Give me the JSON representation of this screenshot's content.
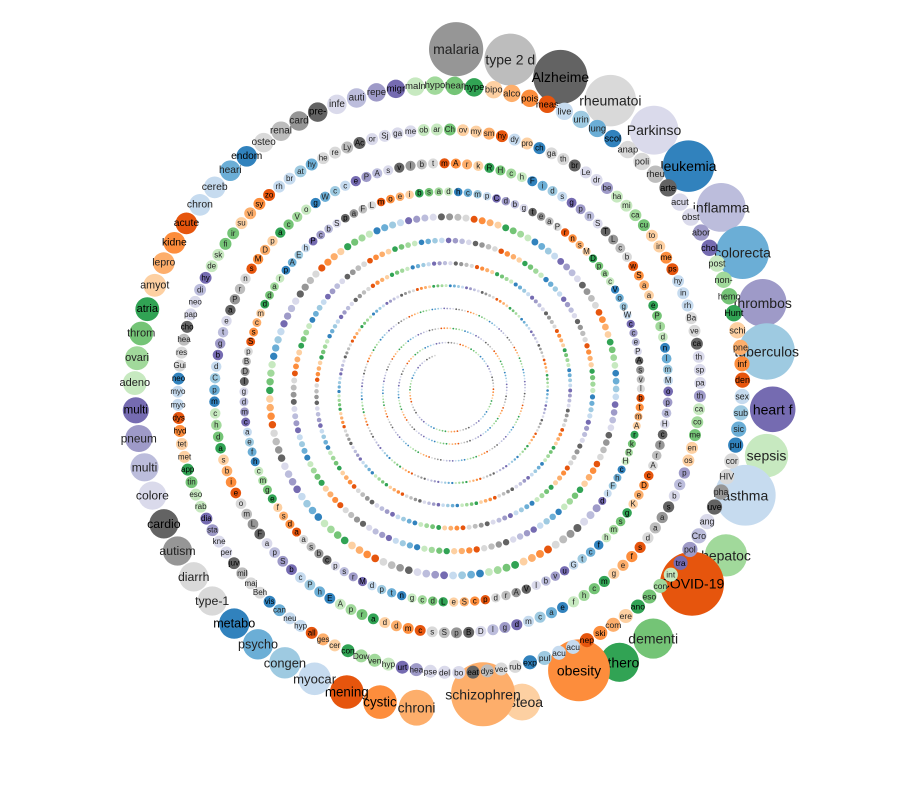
{
  "chart_data": {
    "type": "bubble-spiral",
    "palette": [
      "#e6550d",
      "#fd8d3c",
      "#fdae6b",
      "#fdd0a2",
      "#31a354",
      "#74c476",
      "#a1d99b",
      "#c7e9c0",
      "#3182bd",
      "#6baed6",
      "#9ecae1",
      "#c6dbef",
      "#756bb1",
      "#9e9ac8",
      "#bcbddc",
      "#dadaeb",
      "#636363",
      "#969696",
      "#bdbdbd",
      "#d9d9d9"
    ],
    "labeled_items": [
      {
        "label": "malaria",
        "value": 100,
        "color": "#969696"
      },
      {
        "label": "type 2 d",
        "value": 96,
        "color": "#bdbdbd"
      },
      {
        "label": "Alzheime",
        "value": 100,
        "color": "#636363"
      },
      {
        "label": "rheumatoi",
        "value": 95,
        "color": "#d9d9d9"
      },
      {
        "label": "Parkinso",
        "value": 90,
        "color": "#dadaeb"
      },
      {
        "label": "leukemia",
        "value": 95,
        "color": "#3182bd"
      },
      {
        "label": "inflamma",
        "value": 90,
        "color": "#bcbddc"
      },
      {
        "label": "colorecta",
        "value": 98,
        "color": "#6baed6"
      },
      {
        "label": "thrombos",
        "value": 88,
        "color": "#9e9ac8"
      },
      {
        "label": "tuberculos",
        "value": 104,
        "color": "#9ecae1"
      },
      {
        "label": "heart f",
        "value": 84,
        "color": "#756bb1"
      },
      {
        "label": "sepsis",
        "value": 80,
        "color": "#c7e9c0"
      },
      {
        "label": "asthma",
        "value": 112,
        "color": "#c6dbef"
      },
      {
        "label": "hepatoc",
        "value": 78,
        "color": "#a1d99b"
      },
      {
        "label": "COVID-19",
        "value": 118,
        "color": "#e6550d"
      },
      {
        "label": "dementi",
        "value": 74,
        "color": "#74c476"
      },
      {
        "label": "athero",
        "value": 72,
        "color": "#31a354"
      },
      {
        "label": "obesity",
        "value": 114,
        "color": "#fd8d3c"
      },
      {
        "label": "osteoa",
        "value": 68,
        "color": "#fdd0a2"
      },
      {
        "label": "schizophren",
        "value": 118,
        "color": "#fdae6b"
      },
      {
        "label": "chroni",
        "value": 66,
        "color": "#fdae6b"
      },
      {
        "label": "cystic",
        "value": 62,
        "color": "#fd8d3c"
      },
      {
        "label": "mening",
        "value": 62,
        "color": "#e6550d"
      },
      {
        "label": "myocar",
        "value": 60,
        "color": "#c6dbef"
      },
      {
        "label": "congen",
        "value": 58,
        "color": "#9ecae1"
      },
      {
        "label": "psycho",
        "value": 56,
        "color": "#6baed6"
      },
      {
        "label": "metabo",
        "value": 56,
        "color": "#3182bd"
      },
      {
        "label": "type-1",
        "value": 54,
        "color": "#d9d9d9"
      },
      {
        "label": "diarrh",
        "value": 54,
        "color": "#d9d9d9"
      },
      {
        "label": "autism",
        "value": 54,
        "color": "#969696"
      },
      {
        "label": "cardio",
        "value": 54,
        "color": "#636363"
      },
      {
        "label": "colore",
        "value": 52,
        "color": "#dadaeb"
      },
      {
        "label": "multi",
        "value": 52,
        "color": "#bcbddc"
      },
      {
        "label": "pneum",
        "value": 50,
        "color": "#9e9ac8"
      },
      {
        "label": "multi",
        "value": 48,
        "color": "#756bb1"
      },
      {
        "label": "adeno",
        "value": 44,
        "color": "#c7e9c0"
      },
      {
        "label": "ovari",
        "value": 44,
        "color": "#a1d99b"
      },
      {
        "label": "throm",
        "value": 44,
        "color": "#74c476"
      },
      {
        "label": "atria",
        "value": 44,
        "color": "#31a354"
      },
      {
        "label": "amyot",
        "value": 42,
        "color": "#fdd0a2"
      },
      {
        "label": "lepro",
        "value": 40,
        "color": "#fdae6b"
      },
      {
        "label": "kidne",
        "value": 40,
        "color": "#fd8d3c"
      },
      {
        "label": "acute",
        "value": 40,
        "color": "#e6550d"
      },
      {
        "label": "chron",
        "value": 40,
        "color": "#c6dbef"
      },
      {
        "label": "cereb",
        "value": 40,
        "color": "#c6dbef"
      },
      {
        "label": "heari",
        "value": 38,
        "color": "#6baed6"
      },
      {
        "label": "endom",
        "value": 38,
        "color": "#3182bd"
      },
      {
        "label": "osteo",
        "value": 36,
        "color": "#d9d9d9"
      },
      {
        "label": "renal",
        "value": 36,
        "color": "#bdbdbd"
      },
      {
        "label": "card",
        "value": 36,
        "color": "#969696"
      },
      {
        "label": "pre-",
        "value": 36,
        "color": "#636363"
      },
      {
        "label": "infe",
        "value": 36,
        "color": "#dadaeb"
      },
      {
        "label": "auti",
        "value": 36,
        "color": "#bcbddc"
      },
      {
        "label": "repe",
        "value": 34,
        "color": "#9e9ac8"
      },
      {
        "label": "migr",
        "value": 34,
        "color": "#756bb1"
      },
      {
        "label": "maln",
        "value": 34,
        "color": "#c7e9c0"
      },
      {
        "label": "hypo",
        "value": 34,
        "color": "#a1d99b"
      },
      {
        "label": "hear",
        "value": 34,
        "color": "#74c476"
      },
      {
        "label": "hype",
        "value": 34,
        "color": "#31a354"
      },
      {
        "label": "bipo",
        "value": 32,
        "color": "#fdd0a2"
      },
      {
        "label": "alco",
        "value": 32,
        "color": "#fdae6b"
      },
      {
        "label": "pois",
        "value": 32,
        "color": "#fd8d3c"
      },
      {
        "label": "meas",
        "value": 32,
        "color": "#e6550d"
      },
      {
        "label": "live",
        "value": 32,
        "color": "#c6dbef"
      },
      {
        "label": "urin",
        "value": 32,
        "color": "#9ecae1"
      },
      {
        "label": "lung",
        "value": 32,
        "color": "#6baed6"
      },
      {
        "label": "scol",
        "value": 32,
        "color": "#3182bd"
      },
      {
        "label": "anap",
        "value": 32,
        "color": "#d9d9d9"
      },
      {
        "label": "poli",
        "value": 32,
        "color": "#d9d9d9"
      },
      {
        "label": "rheu",
        "value": 32,
        "color": "#bdbdbd"
      },
      {
        "label": "arte",
        "value": 32,
        "color": "#636363"
      },
      {
        "label": "acut",
        "value": 32,
        "color": "#dadaeb"
      },
      {
        "label": "obst",
        "value": 32,
        "color": "#dadaeb"
      },
      {
        "label": "abor",
        "value": 30,
        "color": "#9e9ac8"
      },
      {
        "label": "chol",
        "value": 30,
        "color": "#756bb1"
      },
      {
        "label": "post",
        "value": 30,
        "color": "#c7e9c0"
      },
      {
        "label": "non-",
        "value": 30,
        "color": "#a1d99b"
      },
      {
        "label": "hemo",
        "value": 30,
        "color": "#74c476"
      },
      {
        "label": "Hunt",
        "value": 30,
        "color": "#31a354"
      },
      {
        "label": "schi",
        "value": 30,
        "color": "#fdd0a2"
      },
      {
        "label": "pne",
        "value": 28,
        "color": "#fdae6b"
      },
      {
        "label": "inf",
        "value": 28,
        "color": "#fd8d3c"
      },
      {
        "label": "den",
        "value": 28,
        "color": "#e6550d"
      },
      {
        "label": "sex",
        "value": 28,
        "color": "#c6dbef"
      },
      {
        "label": "sub",
        "value": 28,
        "color": "#9ecae1"
      },
      {
        "label": "sic",
        "value": 28,
        "color": "#6baed6"
      },
      {
        "label": "pul",
        "value": 28,
        "color": "#3182bd"
      },
      {
        "label": "cor",
        "value": 28,
        "color": "#d9d9d9"
      },
      {
        "label": "HIV",
        "value": 28,
        "color": "#d9d9d9"
      },
      {
        "label": "pha",
        "value": 28,
        "color": "#969696"
      },
      {
        "label": "uve",
        "value": 28,
        "color": "#636363"
      },
      {
        "label": "ang",
        "value": 28,
        "color": "#dadaeb"
      },
      {
        "label": "Cro",
        "value": 28,
        "color": "#bcbddc"
      },
      {
        "label": "pol",
        "value": 28,
        "color": "#9e9ac8"
      },
      {
        "label": "tra",
        "value": 26,
        "color": "#756bb1"
      },
      {
        "label": "int",
        "value": 26,
        "color": "#c7e9c0"
      },
      {
        "label": "con",
        "value": 26,
        "color": "#a1d99b"
      },
      {
        "label": "eso",
        "value": 26,
        "color": "#74c476"
      },
      {
        "label": "ano",
        "value": 26,
        "color": "#31a354"
      },
      {
        "label": "ere",
        "value": 26,
        "color": "#fdd0a2"
      },
      {
        "label": "com",
        "value": 26,
        "color": "#fdae6b"
      },
      {
        "label": "ski",
        "value": 26,
        "color": "#fd8d3c"
      },
      {
        "label": "nep",
        "value": 26,
        "color": "#e6550d"
      },
      {
        "label": "acu",
        "value": 26,
        "color": "#c6dbef"
      },
      {
        "label": "acu",
        "value": 26,
        "color": "#c6dbef"
      },
      {
        "label": "pul",
        "value": 26,
        "color": "#9ecae1"
      },
      {
        "label": "exp",
        "value": 26,
        "color": "#3182bd"
      },
      {
        "label": "rub",
        "value": 24,
        "color": "#d9d9d9"
      },
      {
        "label": "vec",
        "value": 24,
        "color": "#d9d9d9"
      },
      {
        "label": "dys",
        "value": 24,
        "color": "#bdbdbd"
      },
      {
        "label": "eat",
        "value": 24,
        "color": "#636363"
      },
      {
        "label": "bo",
        "value": 24,
        "color": "#dadaeb"
      },
      {
        "label": "del",
        "value": 24,
        "color": "#dadaeb"
      },
      {
        "label": "pse",
        "value": 24,
        "color": "#dadaeb"
      },
      {
        "label": "hea",
        "value": 24,
        "color": "#9e9ac8"
      },
      {
        "label": "urt",
        "value": 24,
        "color": "#756bb1"
      },
      {
        "label": "hyp",
        "value": 24,
        "color": "#c7e9c0"
      },
      {
        "label": "ven",
        "value": 24,
        "color": "#a1d99b"
      },
      {
        "label": "Dow",
        "value": 24,
        "color": "#a1d99b"
      },
      {
        "label": "con",
        "value": 24,
        "color": "#31a354"
      },
      {
        "label": "cer",
        "value": 22,
        "color": "#fdd0a2"
      },
      {
        "label": "ges",
        "value": 22,
        "color": "#fdae6b"
      },
      {
        "label": "all",
        "value": 22,
        "color": "#e6550d"
      },
      {
        "label": "hyp",
        "value": 22,
        "color": "#c6dbef"
      },
      {
        "label": "neu",
        "value": 22,
        "color": "#c6dbef"
      },
      {
        "label": "can",
        "value": 22,
        "color": "#6baed6"
      },
      {
        "label": "vis",
        "value": 22,
        "color": "#3182bd"
      },
      {
        "label": "Beh",
        "value": 22,
        "color": "#d9d9d9"
      },
      {
        "label": "maj",
        "value": 22,
        "color": "#d9d9d9"
      },
      {
        "label": "mil",
        "value": 22,
        "color": "#bdbdbd"
      },
      {
        "label": "juv",
        "value": 22,
        "color": "#636363"
      },
      {
        "label": "per",
        "value": 22,
        "color": "#dadaeb"
      },
      {
        "label": "kne",
        "value": 22,
        "color": "#dadaeb"
      },
      {
        "label": "sta",
        "value": 22,
        "color": "#9e9ac8"
      },
      {
        "label": "dia",
        "value": 22,
        "color": "#756bb1"
      },
      {
        "label": "rab",
        "value": 22,
        "color": "#c7e9c0"
      },
      {
        "label": "eso",
        "value": 22,
        "color": "#c7e9c0"
      },
      {
        "label": "tin",
        "value": 22,
        "color": "#74c476"
      },
      {
        "label": "app",
        "value": 22,
        "color": "#31a354"
      },
      {
        "label": "met",
        "value": 22,
        "color": "#fdd0a2"
      },
      {
        "label": "tet",
        "value": 22,
        "color": "#fdd0a2"
      },
      {
        "label": "hyd",
        "value": 22,
        "color": "#fd8d3c"
      },
      {
        "label": "dys",
        "value": 22,
        "color": "#e6550d"
      },
      {
        "label": "myo",
        "value": 22,
        "color": "#c6dbef"
      },
      {
        "label": "myo",
        "value": 22,
        "color": "#c6dbef"
      },
      {
        "label": "neo",
        "value": 22,
        "color": "#3182bd"
      },
      {
        "label": "Gui",
        "value": 22,
        "color": "#d9d9d9"
      },
      {
        "label": "res",
        "value": 22,
        "color": "#d9d9d9"
      },
      {
        "label": "hea",
        "value": 22,
        "color": "#bdbdbd"
      },
      {
        "label": "cho",
        "value": 22,
        "color": "#636363"
      },
      {
        "label": "pap",
        "value": 22,
        "color": "#dadaeb"
      },
      {
        "label": "neo",
        "value": 22,
        "color": "#dadaeb"
      },
      {
        "label": "di",
        "value": 22,
        "color": "#bcbddc"
      },
      {
        "label": "hy",
        "value": 22,
        "color": "#756bb1"
      },
      {
        "label": "de",
        "value": 22,
        "color": "#c7e9c0"
      },
      {
        "label": "sk",
        "value": 22,
        "color": "#c7e9c0"
      },
      {
        "label": "fi",
        "value": 22,
        "color": "#74c476"
      },
      {
        "label": "ir",
        "value": 22,
        "color": "#74c476"
      },
      {
        "label": "su",
        "value": 22,
        "color": "#fdd0a2"
      },
      {
        "label": "vi",
        "value": 22,
        "color": "#fdae6b"
      },
      {
        "label": "sy",
        "value": 22,
        "color": "#fd8d3c"
      },
      {
        "label": "zo",
        "value": 22,
        "color": "#e6550d"
      },
      {
        "label": "rh",
        "value": 22,
        "color": "#c6dbef"
      },
      {
        "label": "br",
        "value": 22,
        "color": "#c6dbef"
      },
      {
        "label": "at",
        "value": 22,
        "color": "#9ecae1"
      },
      {
        "label": "hy",
        "value": 22,
        "color": "#6baed6"
      },
      {
        "label": "he",
        "value": 22,
        "color": "#d9d9d9"
      },
      {
        "label": "re",
        "value": 22,
        "color": "#d9d9d9"
      },
      {
        "label": "Ly",
        "value": 22,
        "color": "#bdbdbd"
      },
      {
        "label": "Ac",
        "value": 22,
        "color": "#636363"
      },
      {
        "label": "or",
        "value": 22,
        "color": "#dadaeb"
      },
      {
        "label": "Sj",
        "value": 22,
        "color": "#dadaeb"
      },
      {
        "label": "ga",
        "value": 22,
        "color": "#dadaeb"
      },
      {
        "label": "me",
        "value": 22,
        "color": "#dadaeb"
      },
      {
        "label": "ob",
        "value": 22,
        "color": "#c7e9c0"
      },
      {
        "label": "ar",
        "value": 22,
        "color": "#c7e9c0"
      },
      {
        "label": "Ch",
        "value": 22,
        "color": "#74c476"
      },
      {
        "label": "ov",
        "value": 22,
        "color": "#fdd0a2"
      },
      {
        "label": "my",
        "value": 22,
        "color": "#fdd0a2"
      },
      {
        "label": "sm",
        "value": 22,
        "color": "#fdae6b"
      },
      {
        "label": "hy",
        "value": 22,
        "color": "#e6550d"
      },
      {
        "label": "dy",
        "value": 22,
        "color": "#c6dbef"
      },
      {
        "label": "pro",
        "value": 22,
        "color": "#fdd0a2"
      },
      {
        "label": "ch",
        "value": 22,
        "color": "#3182bd"
      },
      {
        "label": "ga",
        "value": 22,
        "color": "#d9d9d9"
      },
      {
        "label": "th",
        "value": 22,
        "color": "#d9d9d9"
      },
      {
        "label": "br",
        "value": 22,
        "color": "#636363"
      },
      {
        "label": "Le",
        "value": 22,
        "color": "#dadaeb"
      },
      {
        "label": "dr",
        "value": 22,
        "color": "#dadaeb"
      },
      {
        "label": "be",
        "value": 22,
        "color": "#9e9ac8"
      },
      {
        "label": "ha",
        "value": 22,
        "color": "#c7e9c0"
      },
      {
        "label": "mi",
        "value": 22,
        "color": "#c7e9c0"
      },
      {
        "label": "ca",
        "value": 22,
        "color": "#a1d99b"
      },
      {
        "label": "cu",
        "value": 22,
        "color": "#74c476"
      },
      {
        "label": "to",
        "value": 22,
        "color": "#fdd0a2"
      },
      {
        "label": "in",
        "value": 22,
        "color": "#fdd0a2"
      },
      {
        "label": "me",
        "value": 22,
        "color": "#fd8d3c"
      },
      {
        "label": "ps",
        "value": 22,
        "color": "#e6550d"
      },
      {
        "label": "hy",
        "value": 22,
        "color": "#c6dbef"
      },
      {
        "label": "in",
        "value": 22,
        "color": "#c6dbef"
      },
      {
        "label": "rh",
        "value": 22,
        "color": "#c6dbef"
      },
      {
        "label": "Ba",
        "value": 22,
        "color": "#d9d9d9"
      },
      {
        "label": "ve",
        "value": 22,
        "color": "#d9d9d9"
      },
      {
        "label": "ca",
        "value": 22,
        "color": "#636363"
      },
      {
        "label": "th",
        "value": 22,
        "color": "#dadaeb"
      },
      {
        "label": "sp",
        "value": 22,
        "color": "#dadaeb"
      },
      {
        "label": "pa",
        "value": 22,
        "color": "#dadaeb"
      },
      {
        "label": "th",
        "value": 22,
        "color": "#9e9ac8"
      },
      {
        "label": "ca",
        "value": 22,
        "color": "#c7e9c0"
      },
      {
        "label": "co",
        "value": 22,
        "color": "#a1d99b"
      },
      {
        "label": "me",
        "value": 22,
        "color": "#74c476"
      },
      {
        "label": "en",
        "value": 22,
        "color": "#fdd0a2"
      },
      {
        "label": "os",
        "value": 22,
        "color": "#fdd0a2"
      }
    ],
    "filler_letters": "pcbsaadsfegmchfeacmdglDBpSscmddarpAEhPcbSpaFLmoeibsadhcmpCdbgteaPrnsMDpacVogWccePAsvlbtmArkRHchFidsgpnSTLcbwSaaePidnlmMopaHcfrAcDeKgsmhfctGuvblVArdpcSeLdcgntpdMrs",
    "series_count": 1500
  }
}
